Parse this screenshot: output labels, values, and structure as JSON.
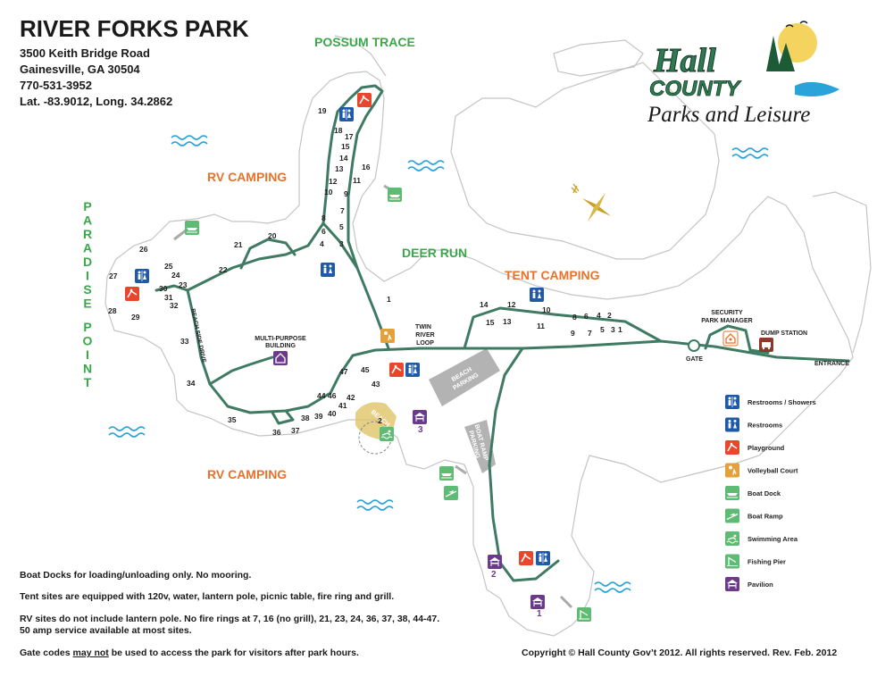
{
  "header": {
    "title": "RIVER FORKS PARK",
    "address1": "3500 Keith Bridge Road",
    "address2": "Gainesville, GA 30504",
    "phone": "770-531-3952",
    "coords": "Lat. -83.9012, Long. 34.2862"
  },
  "logo": {
    "line1": "Hall",
    "line2": "COUNTY",
    "line3": "Parks and Leisure"
  },
  "areas": {
    "possum_trace": "POSSUM TRACE",
    "rv_camping_north": "RV CAMPING",
    "rv_camping_south": "RV CAMPING",
    "deer_run": "DEER RUN",
    "tent_camping": "TENT CAMPING",
    "paradise_point": "PARADISE POINT"
  },
  "roads": {
    "twin_river_loop": [
      "TWIN",
      "RIVER",
      "LOOP"
    ],
    "beach_side_drive": "BEACH SIDE DRIVE",
    "beach_parking": [
      "BEACH",
      "PARKING"
    ],
    "boat_ramp_parking": [
      "BOAT RAMP",
      "PARKING"
    ],
    "entrance": "ENTRANCE",
    "gate": "GATE"
  },
  "facilities": {
    "multipurpose": [
      "MULTI-PURPOSE",
      "BUILDING"
    ],
    "security": [
      "SECURITY",
      "PARK MANAGER"
    ],
    "dump": "DUMP STATION",
    "beach": "BEACH",
    "pavilion_numbers": [
      "1",
      "2",
      "3"
    ]
  },
  "sites": [
    "1",
    "2",
    "3",
    "4",
    "5",
    "6",
    "7",
    "8",
    "9",
    "10",
    "11",
    "12",
    "13",
    "14",
    "15",
    "16",
    "17",
    "18",
    "19",
    "20",
    "21",
    "22",
    "23",
    "24",
    "25",
    "26",
    "27",
    "28",
    "29",
    "30",
    "31",
    "32",
    "33",
    "34",
    "35",
    "36",
    "37",
    "38",
    "39",
    "40",
    "41",
    "42",
    "43",
    "44",
    "45",
    "46",
    "47",
    "1",
    "2",
    "3",
    "4",
    "5",
    "6",
    "7",
    "8",
    "9",
    "10",
    "11",
    "12",
    "13",
    "14",
    "15",
    "16"
  ],
  "legend": [
    {
      "label": "Restrooms / Showers",
      "icon": "restroom-shower-icon",
      "color": "#1f5aa8"
    },
    {
      "label": "Restrooms",
      "icon": "restroom-icon",
      "color": "#1f5aa8"
    },
    {
      "label": "Playground",
      "icon": "playground-icon",
      "color": "#e8472e"
    },
    {
      "label": "Volleyball Court",
      "icon": "volleyball-icon",
      "color": "#e3a13b"
    },
    {
      "label": "Boat Dock",
      "icon": "boat-dock-icon",
      "color": "#5dbb73"
    },
    {
      "label": "Boat Ramp",
      "icon": "boat-ramp-icon",
      "color": "#5dbb73"
    },
    {
      "label": "Swimming Area",
      "icon": "swimming-icon",
      "color": "#5dbb73"
    },
    {
      "label": "Fishing Pier",
      "icon": "fishing-pier-icon",
      "color": "#5dbb73"
    },
    {
      "label": "Pavilion",
      "icon": "pavilion-icon",
      "color": "#6b3a8a"
    }
  ],
  "notes": {
    "docks": "Boat Docks for loading/unloading only. No mooring.",
    "tent": "Tent sites are equipped with 120v, water, lantern pole, picnic table, fire ring and grill.",
    "rv1": "RV sites do not include lantern pole. No fire rings at 7, 16 (no grill), 21, 23, 24, 36, 37, 38, 44-47.",
    "rv2": "50 amp service available at most sites.",
    "gate_a": "Gate codes ",
    "gate_b": "may not",
    "gate_c": " be used to access the park for visitors after park hours."
  },
  "copyright": "Copyright © Hall County Gov’t  2012. All rights reserved. Rev. Feb. 2012",
  "colors": {
    "road": "#3f7a62",
    "area_green": "#3aa84a",
    "area_orange": "#e8712b",
    "land_outline": "#bbbbbb",
    "water": "#2aa3d8"
  }
}
